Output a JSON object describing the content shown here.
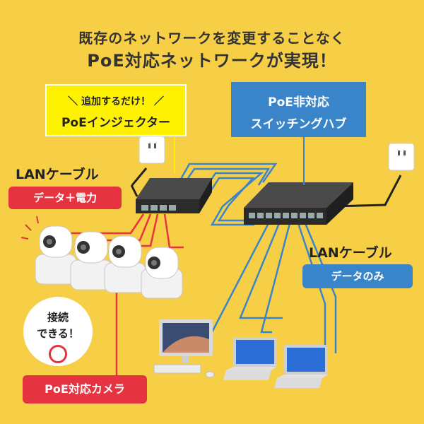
{
  "headline": {
    "line1": "既存のネットワークを変更することなく",
    "line2": "PoE対応ネットワークが実現！"
  },
  "injector_box": {
    "line1": "＼ 追加するだけ！ ／",
    "line2": "PoEインジェクター"
  },
  "hub_box": {
    "line1": "PoE非対応",
    "line2": "スイッチングハブ"
  },
  "left_cable": {
    "title": "LANケーブル",
    "tag": "データ＋電力"
  },
  "right_cable": {
    "title": "LANケーブル",
    "tag": "データのみ"
  },
  "connect_bubble": {
    "line1": "接続",
    "line2": "できる！"
  },
  "camera_label": "PoE対応カメラ",
  "colors": {
    "background": "#f6cf47",
    "accent_red": "#e53440",
    "accent_blue": "#3a85c9",
    "highlight_yellow": "#fff200"
  }
}
